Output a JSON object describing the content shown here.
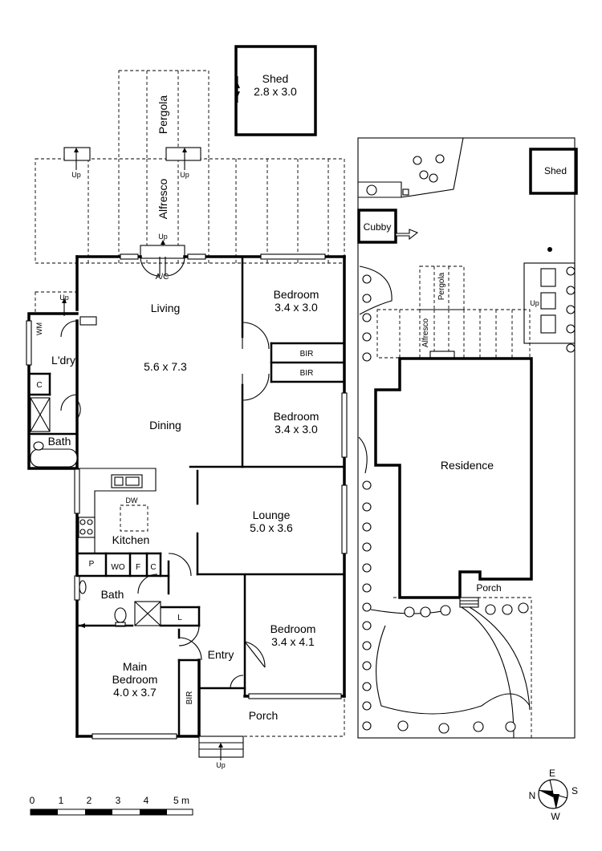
{
  "plan": {
    "shed_main": {
      "name": "Shed",
      "dims": "2.8 x 3.0"
    },
    "pergola": "Pergola",
    "alfresco": "Alfresco",
    "up": "Up",
    "ac": "A/C",
    "living": "Living",
    "living_dims": "5.6 x 7.3",
    "dining": "Dining",
    "bedroom_ne": {
      "name": "Bedroom",
      "dims": "3.4 x 3.0"
    },
    "bir": "BIR",
    "bedroom_e": {
      "name": "Bedroom",
      "dims": "3.4 x 3.0"
    },
    "laundry": "L'dry",
    "wm": "WM",
    "c": "C",
    "bath": "Bath",
    "dw": "DW",
    "kitchen": "Kitchen",
    "p": "P",
    "wo": "WO",
    "f": "F",
    "lounge": {
      "name": "Lounge",
      "dims": "5.0 x 3.6"
    },
    "bath2": "Bath",
    "l": "L",
    "bedroom_se": {
      "name": "Bedroom",
      "dims": "3.4 x 4.1"
    },
    "entry": "Entry",
    "main_bedroom": {
      "line1": "Main",
      "line2": "Bedroom",
      "dims": "4.0 x 3.7"
    },
    "porch": "Porch"
  },
  "site": {
    "shed": "Shed",
    "cubby": "Cubby",
    "pergola": "Pergola",
    "alfresco": "Alfresco",
    "up": "Up",
    "residence": "Residence",
    "porch": "Porch"
  },
  "scale": {
    "ticks": [
      "0",
      "1",
      "2",
      "3",
      "4",
      "5 m"
    ]
  },
  "compass": {
    "n": "N",
    "e": "E",
    "s": "S",
    "w": "W"
  }
}
